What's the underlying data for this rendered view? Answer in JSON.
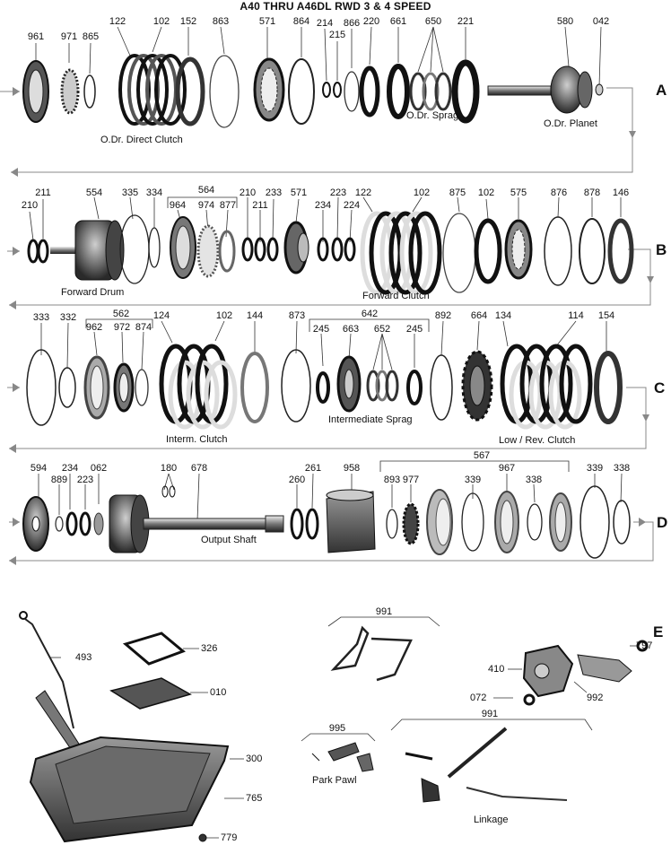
{
  "title": "A40 THRU A46DL RWD 3 & 4 SPEED",
  "rows": [
    {
      "letter": "A",
      "parts": [
        "961",
        "971",
        "865",
        "122",
        "102",
        "152",
        "863",
        "571",
        "864",
        "214",
        "215",
        "866",
        "220",
        "661",
        "650",
        "221",
        "580",
        "042"
      ],
      "captions": [
        "O.Dr. Direct Clutch",
        "O.Dr. Sprag",
        "O.Dr. Planet"
      ]
    },
    {
      "letter": "B",
      "parts": [
        "210",
        "211",
        "554",
        "335",
        "334",
        "564",
        "964",
        "974",
        "877",
        "210",
        "211",
        "233",
        "571",
        "234",
        "223",
        "224",
        "122",
        "102",
        "875",
        "102",
        "575",
        "876",
        "878",
        "146"
      ],
      "captions": [
        "Forward Drum",
        "Forward Clutch"
      ]
    },
    {
      "letter": "C",
      "parts": [
        "333",
        "332",
        "562",
        "962",
        "972",
        "874",
        "124",
        "102",
        "144",
        "873",
        "642",
        "245",
        "663",
        "652",
        "245",
        "892",
        "664",
        "134",
        "114",
        "154"
      ],
      "captions": [
        "Interm. Clutch",
        "Intermediate Sprag",
        "Low / Rev. Clutch"
      ]
    },
    {
      "letter": "D",
      "parts": [
        "594",
        "889",
        "234",
        "223",
        "062",
        "180",
        "678",
        "260",
        "261",
        "958",
        "567",
        "893",
        "977",
        "339",
        "967",
        "338",
        "339",
        "338"
      ],
      "captions": [
        "Output Shaft"
      ]
    },
    {
      "letter": "E",
      "parts": [
        "493",
        "326",
        "010",
        "300",
        "765",
        "779",
        "991",
        "995",
        "991",
        "410",
        "797",
        "072",
        "992"
      ],
      "captions": [
        "Park Pawl",
        "Linkage"
      ]
    }
  ]
}
